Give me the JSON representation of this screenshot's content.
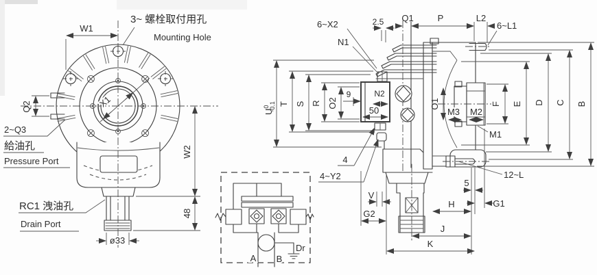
{
  "drawing": {
    "front": {
      "w1": "W1",
      "bolt_cn": "3~ 螺栓取付用孔",
      "bolt_en": "Mounting Hole",
      "q2": "Q2",
      "q3": "2~Q3",
      "feed_cn": "給油孔",
      "feed_en": "Pressure Port",
      "rc1": "RC1 洩油孔",
      "drain_en": "Drain Port",
      "x1": "X1",
      "w2": "W2",
      "h48": "48",
      "dia33": "ø33"
    },
    "side": {
      "x2": "6~X2",
      "n1": "N1",
      "d25": "2.5",
      "q1": "Q1",
      "p": "P",
      "l2": "L2",
      "l1": "6~L1",
      "u": "U",
      "u_tol_up": "0",
      "u_tol_dn": "-0.1",
      "t": "T",
      "s": "S",
      "r": "R",
      "o2": "O2",
      "n9": "9",
      "n2": "N2",
      "n50": "50",
      "o1": "O1",
      "m3": "M3",
      "m2": "M2",
      "m1": "M1",
      "f": "F",
      "e": "E",
      "d": "D",
      "c": "C",
      "b": "B",
      "l12": "12~L",
      "n4": "4",
      "y2": "4~Y2",
      "v": "V",
      "g2": "G2",
      "n5": "5",
      "g1": "G1",
      "h": "H",
      "j": "J",
      "k": "K"
    },
    "schematic": {
      "a": "A",
      "b": "B",
      "dr": "Dr"
    }
  }
}
